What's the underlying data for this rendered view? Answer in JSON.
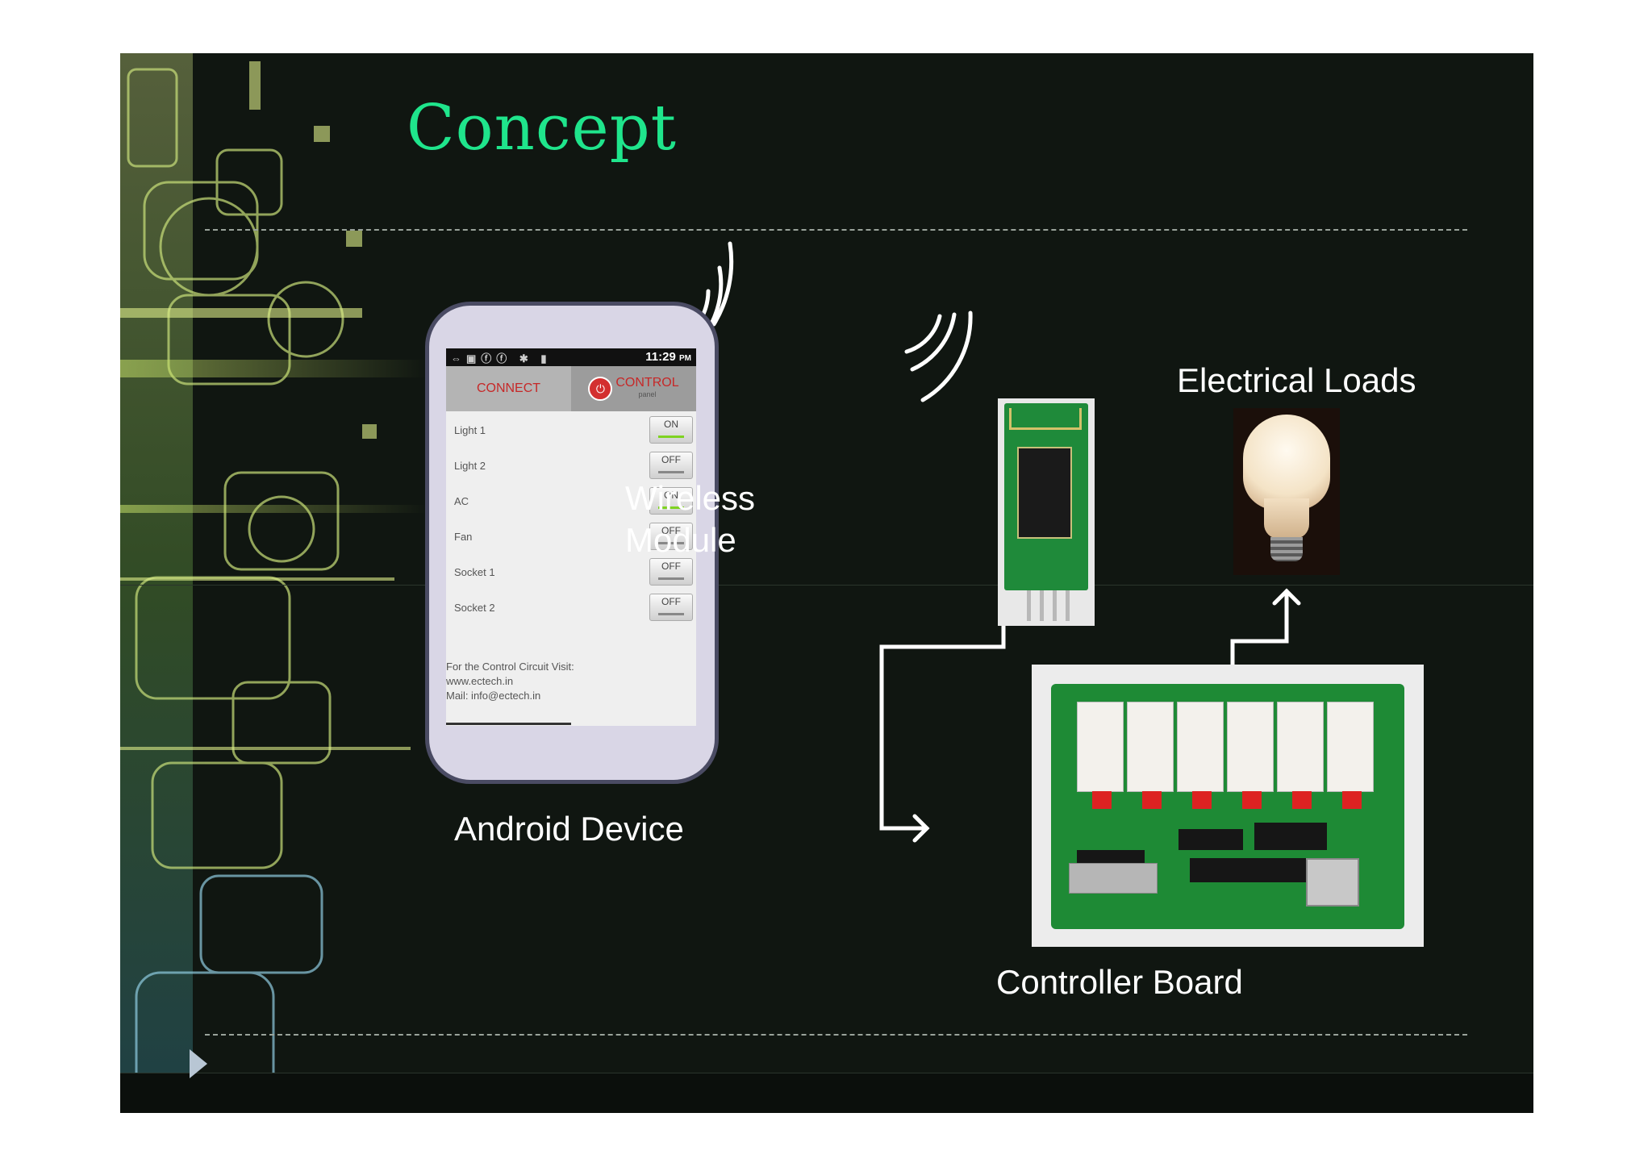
{
  "title": "Concept",
  "labels": {
    "android": "Android Device",
    "wireless_line1": "Wireless",
    "wireless_line2": "Module",
    "loads": "Electrical Loads",
    "board": "Controller Board"
  },
  "phone": {
    "status_time": "11:29",
    "status_ampm": "PM",
    "tab_connect": "CONNECT",
    "tab_control": "CONTROL",
    "tab_control_sub": "panel",
    "rows": [
      {
        "name": "Light 1",
        "state": "ON"
      },
      {
        "name": "Light 2",
        "state": "OFF"
      },
      {
        "name": "AC",
        "state": "ON"
      },
      {
        "name": "Fan",
        "state": "OFF"
      },
      {
        "name": "Socket 1",
        "state": "OFF"
      },
      {
        "name": "Socket 2",
        "state": "OFF"
      }
    ],
    "info_line1": "For the Control Circuit Visit:",
    "info_line2": "www.ectech.in",
    "info_line3": "Mail: info@ectech.in"
  },
  "colors": {
    "title": "#1fe58c",
    "background": "#101611",
    "on_indicator": "#7ed321"
  }
}
